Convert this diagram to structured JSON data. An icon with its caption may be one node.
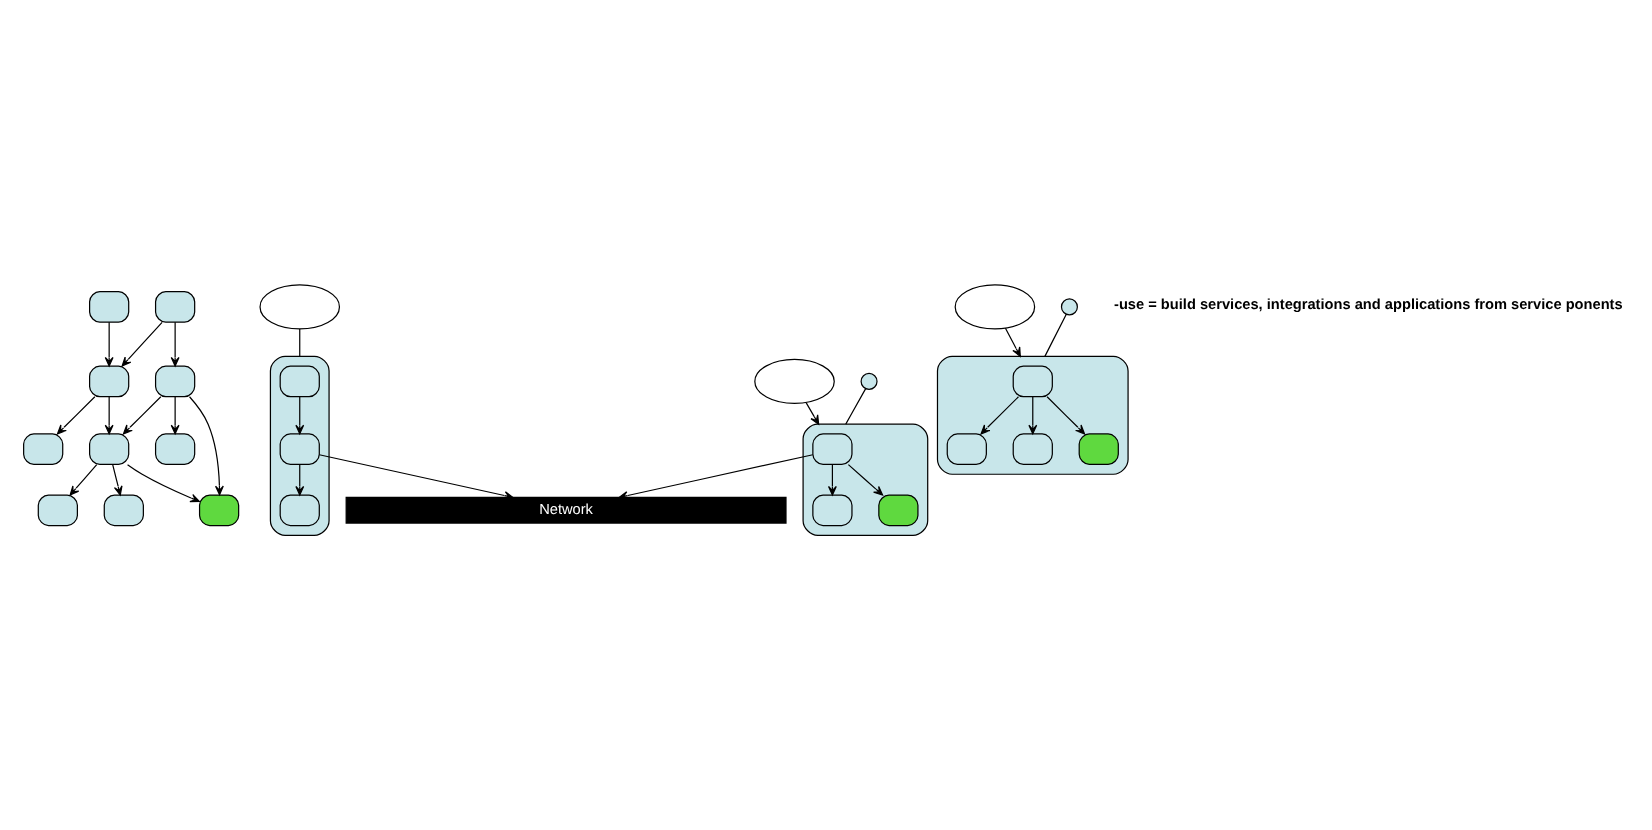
{
  "diagram": {
    "nodes": [
      {
        "text": [],
        "shape": "box"
      },
      {
        "text": [],
        "shape": "box"
      },
      {
        "text": [],
        "shape": "box"
      },
      {
        "text": [],
        "shape": "box"
      },
      {
        "text": [],
        "shape": "box"
      },
      {
        "text": [],
        "shape": "box"
      },
      {
        "text": [],
        "shape": "box"
      },
      {
        "text": [],
        "shape": "box"
      },
      {
        "text": [],
        "shape": "box"
      },
      {
        "text": [],
        "shape": "box"
      },
      {
        "text": [],
        "shape": "cloud"
      },
      {
        "text": [],
        "shape": "cloud"
      },
      {
        "text": [],
        "shape": "cloud"
      },
      {
        "text": [],
        "shape": "box"
      },
      {
        "text": [],
        "shape": "box",
        "in": 13
      },
      {
        "text": [],
        "shape": "box",
        "in": 13
      },
      {
        "text": [],
        "shape": "box",
        "in": 13
      },
      {
        "text": [
          "Network"
        ]
      },
      {
        "text": [],
        "shape": "circle"
      },
      {
        "text": [],
        "shape": "circle"
      },
      {
        "text": [],
        "shape": "box"
      },
      {
        "text": [],
        "shape": "box",
        "in": 20
      },
      {
        "text": [],
        "shape": "box",
        "in": 20
      },
      {
        "text": [],
        "shape": "box",
        "in": 20
      },
      {
        "text": [],
        "shape": "box",
        "in": 20
      },
      {
        "text": [],
        "shape": "box"
      },
      {
        "text": [],
        "shape": "box",
        "in": 25
      },
      {
        "text": [],
        "shape": "box",
        "in": 25
      },
      {
        "text": [],
        "shape": "box",
        "in": 25
      }
    ],
    "edges": [
      {
        "from": 0,
        "to": 2,
        "arrow": "to"
      },
      {
        "from": 1,
        "to": 2,
        "arrow": "to"
      },
      {
        "from": 1,
        "to": 3,
        "arrow": "to"
      },
      {
        "from": 2,
        "to": 4,
        "arrow": "to"
      },
      {
        "from": 2,
        "to": 5,
        "arrow": "to"
      },
      {
        "from": 3,
        "to": 5,
        "arrow": "to"
      },
      {
        "from": 3,
        "to": 6,
        "arrow": "to"
      },
      {
        "from": 3,
        "to": 9,
        "arrow": "to"
      },
      {
        "from": 5,
        "to": 7,
        "arrow": "to"
      },
      {
        "from": 5,
        "to": 8,
        "arrow": "to"
      },
      {
        "from": 5,
        "to": 9,
        "arrow": "to"
      },
      {
        "from": 10,
        "to": 13,
        "arrow": "none"
      },
      {
        "from": 14,
        "to": 15,
        "arrow": "to"
      },
      {
        "from": 15,
        "to": 16,
        "arrow": "to"
      },
      {
        "from": 15,
        "to": 17,
        "arrow": "to"
      },
      {
        "from": 26,
        "to": 17,
        "arrow": "to"
      },
      {
        "from": 18,
        "to": 20,
        "arrow": "none"
      },
      {
        "from": 19,
        "to": 25,
        "arrow": "none"
      },
      {
        "from": 21,
        "to": 22,
        "arrow": "to"
      },
      {
        "from": 21,
        "to": 23,
        "arrow": "to"
      },
      {
        "from": 21,
        "to": 24,
        "arrow": "to"
      },
      {
        "from": 26,
        "to": 27,
        "arrow": "to"
      },
      {
        "from": 26,
        "to": 28,
        "arrow": "to"
      },
      {
        "from": 12,
        "to": 20,
        "arrow": "to"
      },
      {
        "from": 11,
        "to": 25,
        "arrow": "to"
      }
    ],
    "labels": [
      "-use = build services, integrations and applications from service ponents"
    ]
  }
}
